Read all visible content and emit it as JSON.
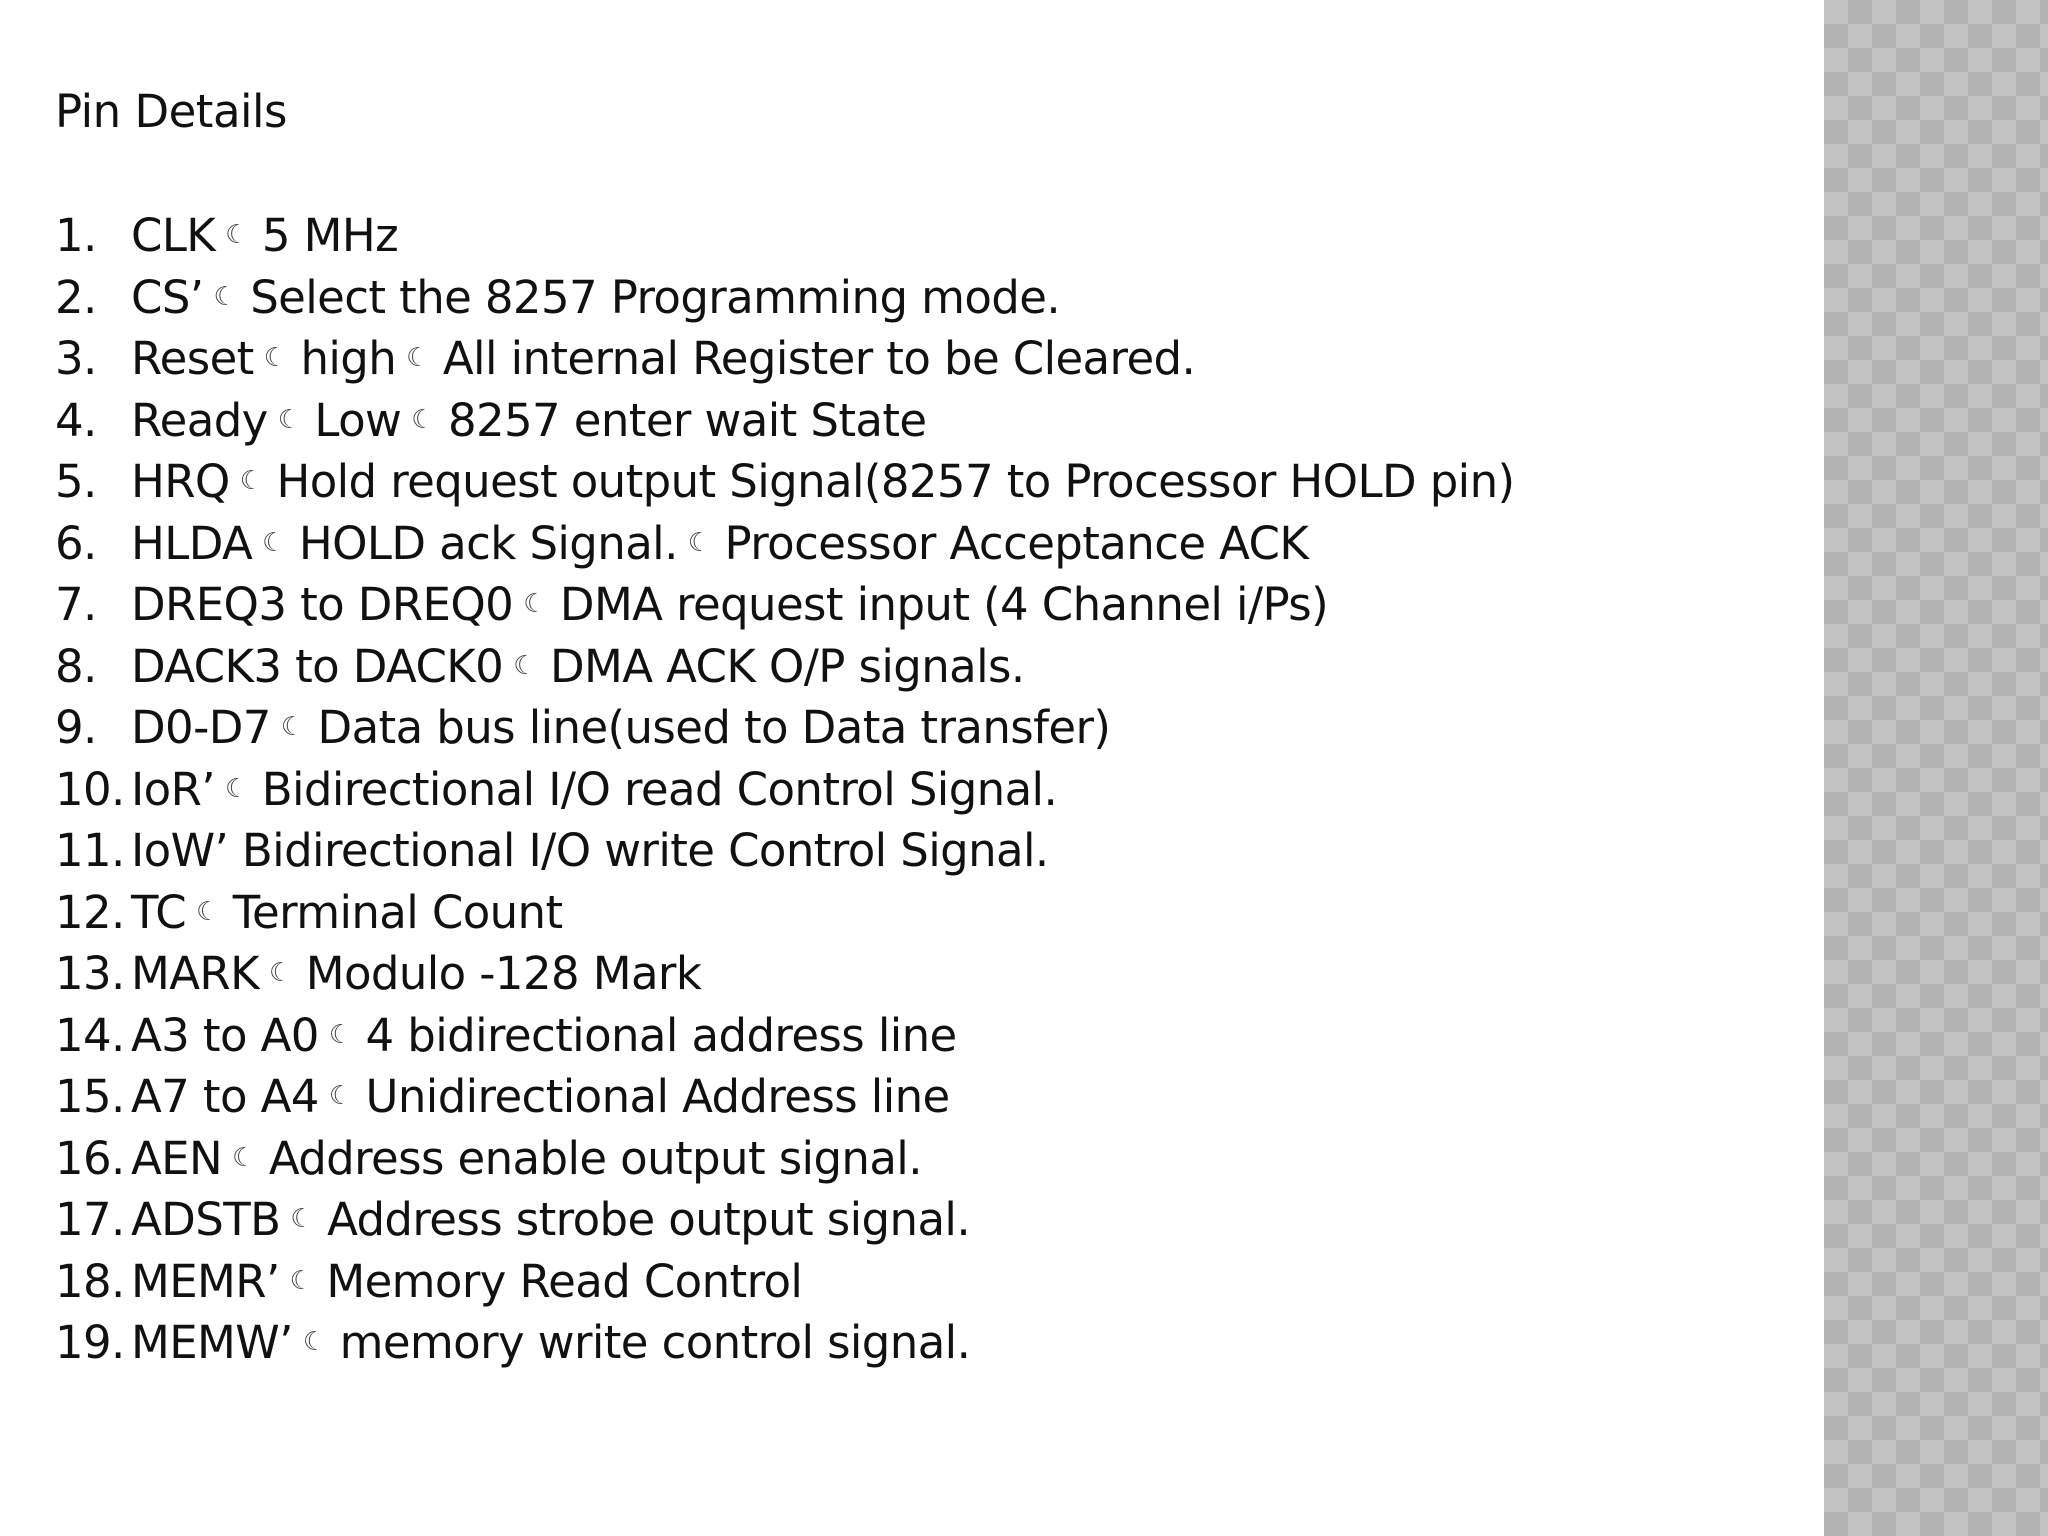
{
  "title": "Pin Details",
  "pins": [
    {
      "num": "1.",
      "name": "CLK",
      "desc": "5 MHz"
    },
    {
      "num": "2.",
      "name": "CS’",
      "desc": "Select the 8257 Programming mode."
    },
    {
      "num": "3.",
      "name": "Reset",
      "desc": "high",
      "desc2": "All internal Register to be Cleared."
    },
    {
      "num": "4.",
      "name": "Ready",
      "desc": "Low",
      "desc2": "8257 enter wait State"
    },
    {
      "num": "5.",
      "name": "HRQ",
      "desc": "Hold request output Signal(8257 to Processor HOLD pin)"
    },
    {
      "num": "6.",
      "name": "HLDA",
      "desc": "HOLD ack Signal.",
      "desc2": "Processor Acceptance ACK"
    },
    {
      "num": "7.",
      "name": "DREQ3 to DREQ0",
      "desc": "DMA request input (4 Channel i/Ps)"
    },
    {
      "num": "8.",
      "name": "DACK3 to DACK0",
      "desc": "DMA ACK O/P signals."
    },
    {
      "num": "9.",
      "name": "D0-D7",
      "desc": "Data bus line(used to Data transfer)"
    },
    {
      "num": "10.",
      "name": "IoR’",
      "desc": "Bidirectional I/O read Control Signal."
    },
    {
      "num": "11.",
      "name": "IoW’ Bidirectional I/O write Control Signal."
    },
    {
      "num": "12.",
      "name": "TC",
      "desc": "Terminal Count"
    },
    {
      "num": "13.",
      "name": "MARK",
      "desc": "Modulo -128 Mark"
    },
    {
      "num": "14.",
      "name": "A3 to A0",
      "desc": "4 bidirectional address line"
    },
    {
      "num": "15.",
      "name": "A7  to A4",
      "desc": "Unidirectional Address line"
    },
    {
      "num": "16.",
      "name": "AEN",
      "desc": "Address  enable output signal."
    },
    {
      "num": "17.",
      "name": "ADSTB",
      "desc": "Address strobe output signal."
    },
    {
      "num": "18.",
      "name": "MEMR’",
      "desc": "Memory Read Control"
    },
    {
      "num": "19.",
      "name": "MEMW’",
      "desc": "memory write control signal."
    }
  ],
  "symbol": "☾"
}
